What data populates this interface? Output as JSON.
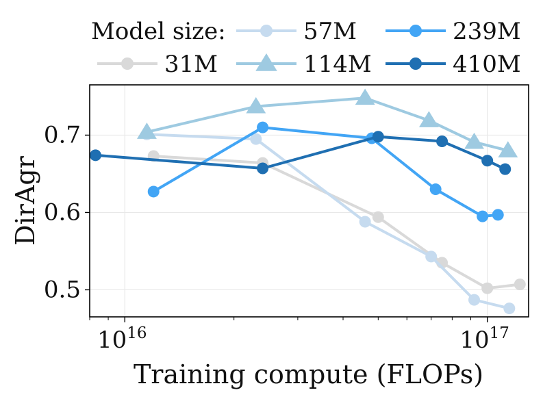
{
  "chart_data": {
    "type": "line",
    "title": "",
    "xlabel": "Training compute (FLOPs)",
    "ylabel": "DirAgr",
    "xscale": "log",
    "xlim": [
      8000000000000000.0,
      1.3e+17
    ],
    "ylim": [
      0.465,
      0.765
    ],
    "x_ticks": [
      {
        "value": 1e+16,
        "base": "10",
        "exp": "16"
      },
      {
        "value": 1e+17,
        "base": "10",
        "exp": "17"
      }
    ],
    "y_ticks": [
      {
        "value": 0.5,
        "label": "0.5"
      },
      {
        "value": 0.6,
        "label": "0.6"
      },
      {
        "value": 0.7,
        "label": "0.7"
      }
    ],
    "grid": true,
    "legend": {
      "title": "Model size:",
      "placement": "top"
    },
    "series": [
      {
        "name": "31M",
        "color": "#d9d9d9",
        "marker": "circle",
        "points": [
          {
            "x": 1.2e+16,
            "y": 0.673
          },
          {
            "x": 2.4e+16,
            "y": 0.664
          },
          {
            "x": 5e+16,
            "y": 0.594
          },
          {
            "x": 7.5e+16,
            "y": 0.535
          },
          {
            "x": 1e+17,
            "y": 0.502
          },
          {
            "x": 1.23e+17,
            "y": 0.507
          }
        ]
      },
      {
        "name": "57M",
        "color": "#c6dbef",
        "marker": "circle",
        "points": [
          {
            "x": 1.15e+16,
            "y": 0.701
          },
          {
            "x": 2.3e+16,
            "y": 0.695
          },
          {
            "x": 4.6e+16,
            "y": 0.588
          },
          {
            "x": 7e+16,
            "y": 0.543
          },
          {
            "x": 9.2e+16,
            "y": 0.487
          },
          {
            "x": 1.15e+17,
            "y": 0.476
          }
        ]
      },
      {
        "name": "114M",
        "color": "#9ecae1",
        "marker": "triangle",
        "points": [
          {
            "x": 1.15e+16,
            "y": 0.704
          },
          {
            "x": 2.3e+16,
            "y": 0.737
          },
          {
            "x": 4.6e+16,
            "y": 0.748
          },
          {
            "x": 6.9e+16,
            "y": 0.719
          },
          {
            "x": 9.2e+16,
            "y": 0.691
          },
          {
            "x": 1.14e+17,
            "y": 0.68
          }
        ]
      },
      {
        "name": "239M",
        "color": "#42a5f5",
        "marker": "circle",
        "points": [
          {
            "x": 1.2e+16,
            "y": 0.627
          },
          {
            "x": 2.4e+16,
            "y": 0.71
          },
          {
            "x": 4.8e+16,
            "y": 0.696
          },
          {
            "x": 7.2e+16,
            "y": 0.63
          },
          {
            "x": 9.7e+16,
            "y": 0.595
          },
          {
            "x": 1.07e+17,
            "y": 0.597
          }
        ]
      },
      {
        "name": "410M",
        "color": "#1f6fb2",
        "marker": "circle",
        "points": [
          {
            "x": 8300000000000000.0,
            "y": 0.674
          },
          {
            "x": 2.4e+16,
            "y": 0.657
          },
          {
            "x": 5e+16,
            "y": 0.698
          },
          {
            "x": 7.5e+16,
            "y": 0.692
          },
          {
            "x": 1e+17,
            "y": 0.667
          },
          {
            "x": 1.12e+17,
            "y": 0.656
          }
        ]
      }
    ]
  }
}
